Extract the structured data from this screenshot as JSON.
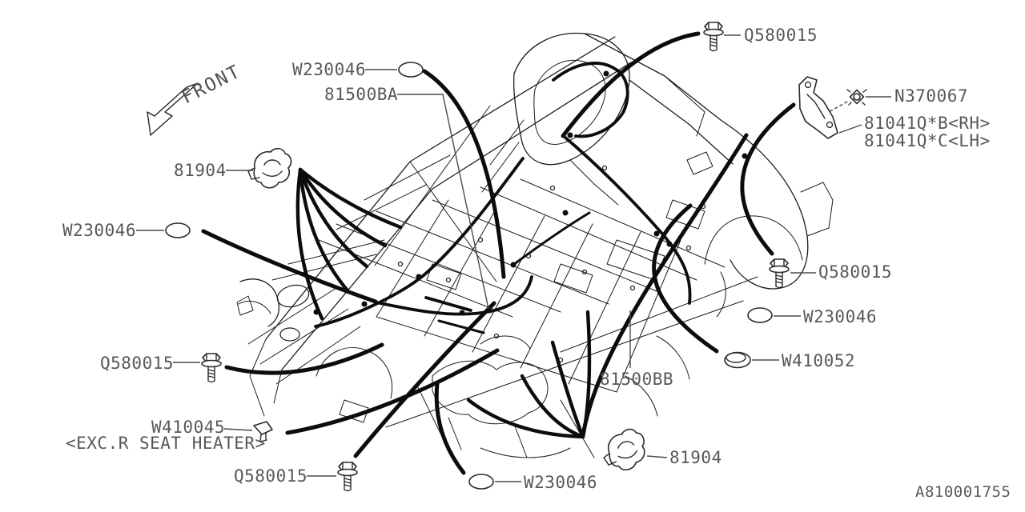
{
  "diagram": {
    "doc_code": "A810001755",
    "front_label": "FRONT",
    "colors": {
      "ink": "#0c0c0c",
      "label_gray": "#585858",
      "background": "#ffffff"
    },
    "icons": {
      "bolt": "bolt-icon",
      "grommet": "grommet-oval-icon",
      "plug": "plug-double-oval-icon",
      "clip": "harness-clip-icon",
      "band_clip": "band-clip-icon",
      "nut_clip": "push-nut-icon",
      "bracket": "bracket-plate-icon",
      "front_arrow": "front-direction-arrow-icon"
    }
  },
  "labels": {
    "q580015_top": "Q580015",
    "w230046_top": "W230046",
    "p81500ba": "81500BA",
    "n370067": "N370067",
    "p81041q_rh": "81041Q*B<RH>",
    "p81041q_lh": "81041Q*C<LH>",
    "p81904_left": "81904",
    "w230046_left": "W230046",
    "q580015_right": "Q580015",
    "w230046_right": "W230046",
    "w410052": "W410052",
    "q580015_left": "Q580015",
    "p81500bb": "81500BB",
    "w410045": "W410045",
    "w410045_note": "<EXC.R SEAT HEATER>",
    "q580015_bottom": "Q580015",
    "w230046_bottom": "W230046",
    "p81904_bottom": "81904"
  }
}
